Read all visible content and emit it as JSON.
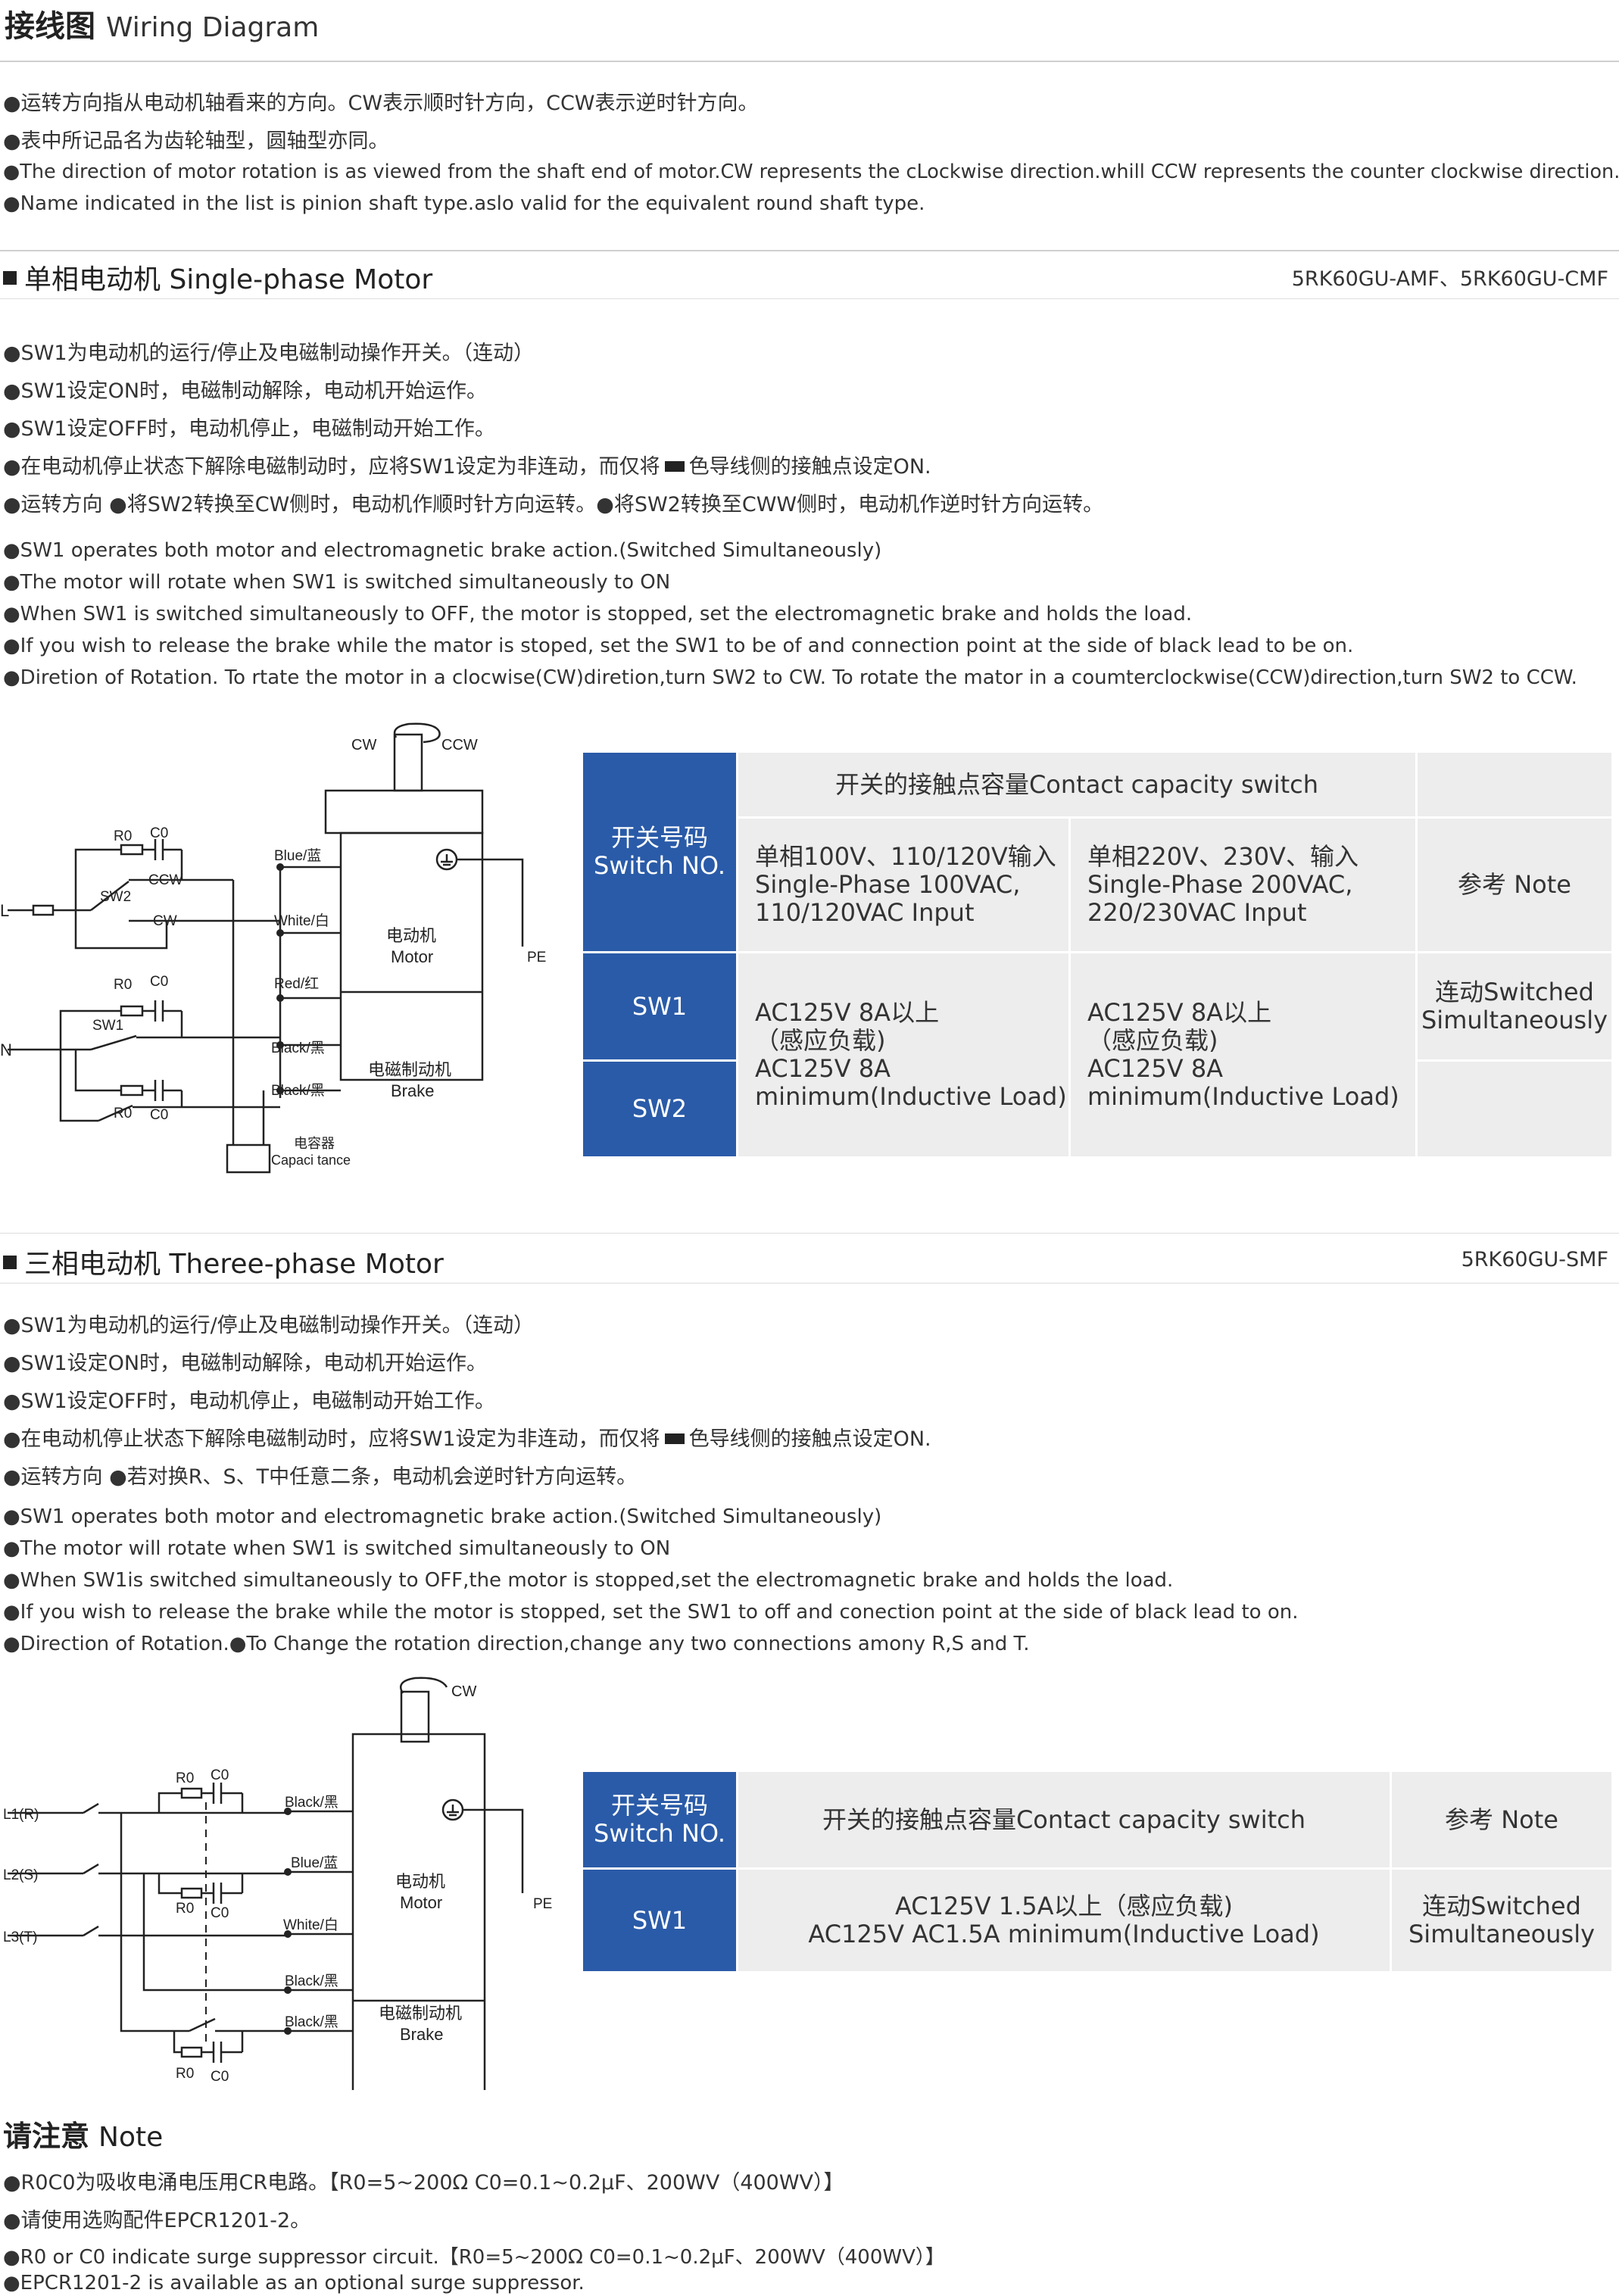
{
  "header": {
    "title_cn": "接线图",
    "title_en": "Wiring Diagram"
  },
  "intro": [
    "●运转方向指从电动机轴看来的方向。CW表示顺时针方向，CCW表示逆时针方向。",
    "●表中所记品名为齿轮轴型，圆轴型亦同。",
    "●The direction of motor rotation is as viewed from the shaft end of motor.CW represents the cLockwise direction.whill CCW represents the counter clockwise direction.",
    "●Name indicated in the list is pinion shaft type.aslo valid for the equivalent round shaft type."
  ],
  "single": {
    "title": "单相电动机 Single-phase Motor",
    "model": "5RK60GU-AMF、5RK60GU-CMF",
    "cn_lines": [
      "●SW1为电动机的运行/停止及电磁制动操作开关。（连动）",
      "●SW1设定ON时，电磁制动解除，电动机开始运作。",
      "●SW1设定OFF时，电动机停止，电磁制动开始工作。"
    ],
    "cn_line4_a": "●在电动机停止状态下解除电磁制动时，应将SW1设定为非连动，而仅将",
    "cn_line4_b": "色导线侧的接触点设定ON.",
    "cn_line5": "●运转方向 ●将SW2转换至CW侧时，电动机作顺时针方向运转。●将SW2转换至CWW侧时，电动机作逆时针方向运转。",
    "en_lines": [
      "●SW1 operates both motor and electromagnetic brake action.(Switched Simultaneously)",
      "●The motor will rotate when SW1 is switched simultaneously to ON",
      "●When SW1 is switched simultaneously to OFF, the motor is stopped, set the electromagnetic brake and holds the load.",
      "●If you wish to release the brake while the mator is stoped, set the SW1 to be of and connection point at the side of black lead to be on.",
      "●Diretion of Rotation. To rtate the motor in a clocwise(CW)diretion,turn SW2 to CW. To rotate the mator in a coumterclockwise(CCW)direction,turn SW2 to CCW."
    ],
    "diagram": {
      "cw": "CW",
      "ccw": "CCW",
      "L": "L",
      "N": "N",
      "r0": "R0",
      "c0": "C0",
      "sw1": "SW1",
      "sw2": "SW2",
      "blue": "Blue/蓝",
      "white": "White/白",
      "red": "Red/红",
      "black": "Black/黑",
      "motor_cn": "电动机",
      "motor_en": "Motor",
      "brake_cn": "电磁制动机",
      "brake_en": "Brake",
      "pe": "PE",
      "cap_cn": "电容器",
      "cap_en": "Capaci tance"
    },
    "table": {
      "switch_cn": "开关号码",
      "switch_en": "Switch NO.",
      "capacity": "开关的接触点容量Contact capacity switch",
      "note": "参考 Note",
      "col1": [
        "单相100V、110/120V输入",
        "Single-Phase 100VAC,",
        "110/120VAC Input"
      ],
      "col2": [
        "单相220V、230V、输入",
        "Single-Phase 200VAC,",
        "220/230VAC Input"
      ],
      "sw1": "SW1",
      "sw2": "SW2",
      "val1": [
        "AC125V 8A以上",
        "（感应负载)",
        "AC125V 8A",
        "minimum(Inductive Load)"
      ],
      "val2": [
        "AC125V 8A以上",
        "（感应负载)",
        "AC125V 8A",
        "minimum(Inductive Load)"
      ],
      "note_val": [
        "连动Switched",
        "Simultaneously"
      ]
    }
  },
  "three": {
    "title": "三相电动机 Theree-phase Motor",
    "model": "5RK60GU-SMF",
    "cn_lines": [
      "●SW1为电动机的运行/停止及电磁制动操作开关。（连动）",
      "●SW1设定ON时，电磁制动解除，电动机开始运作。",
      "●SW1设定OFF时，电动机停止，电磁制动开始工作。"
    ],
    "cn_line4_a": "●在电动机停止状态下解除电磁制动时，应将SW1设定为非连动，而仅将",
    "cn_line4_b": "色导线侧的接触点设定ON.",
    "cn_line5": "●运转方向 ●若对换R、S、T中任意二条，电动机会逆时针方向运转。",
    "en_lines": [
      "●SW1 operates both motor and electromagnetic brake action.(Switched Simultaneously)",
      "●The motor will rotate when SW1 is switched simultaneously to ON",
      "●When SW1is switched simultaneously to OFF,the motor is stopped,set the electromagnetic brake and holds the load.",
      "●If you wish to release the brake while the motor is stopped, set the SW1 to off and conection point at the side of black lead to on.",
      "●Direction of Rotation.●To Change the rotation direction,change any two connections amony R,S and T."
    ],
    "diagram": {
      "cw": "CW",
      "l1": "L1(R)",
      "l2": "L2(S)",
      "l3": "L3(T)",
      "r0": "R0",
      "c0": "C0",
      "black": "Black/黑",
      "blue": "Blue/蓝",
      "white": "White/白",
      "motor_cn": "电动机",
      "motor_en": "Motor",
      "brake_cn": "电磁制动机",
      "brake_en": "Brake",
      "pe": "PE"
    },
    "table": {
      "switch_cn": "开关号码",
      "switch_en": "Switch NO.",
      "capacity": "开关的接触点容量Contact capacity switch",
      "note": "参考 Note",
      "sw1": "SW1",
      "val": [
        "AC125V 1.5A以上（感应负载)",
        "AC125V AC1.5A minimum(Inductive Load)"
      ],
      "note_val": [
        "连动Switched",
        "Simultaneously"
      ]
    }
  },
  "notes": {
    "title_cn": "请注意",
    "title_en": "Note",
    "lines": [
      "●R0C0为吸收电涌电压用CR电路。【R0=5~200Ω C0=0.1~0.2μF、200WV（400WV）】",
      "●请使用选购配件EPCR1201-2。",
      "●R0 or C0 indicate surge suppressor circuit.【R0=5~200Ω C0=0.1~0.2μF、200WV（400WV）】",
      "●EPCR1201-2 is available as an optional surge suppressor."
    ]
  },
  "colors": {
    "header_blue": "#2a5ba8",
    "cell_gray": "#ededed"
  }
}
